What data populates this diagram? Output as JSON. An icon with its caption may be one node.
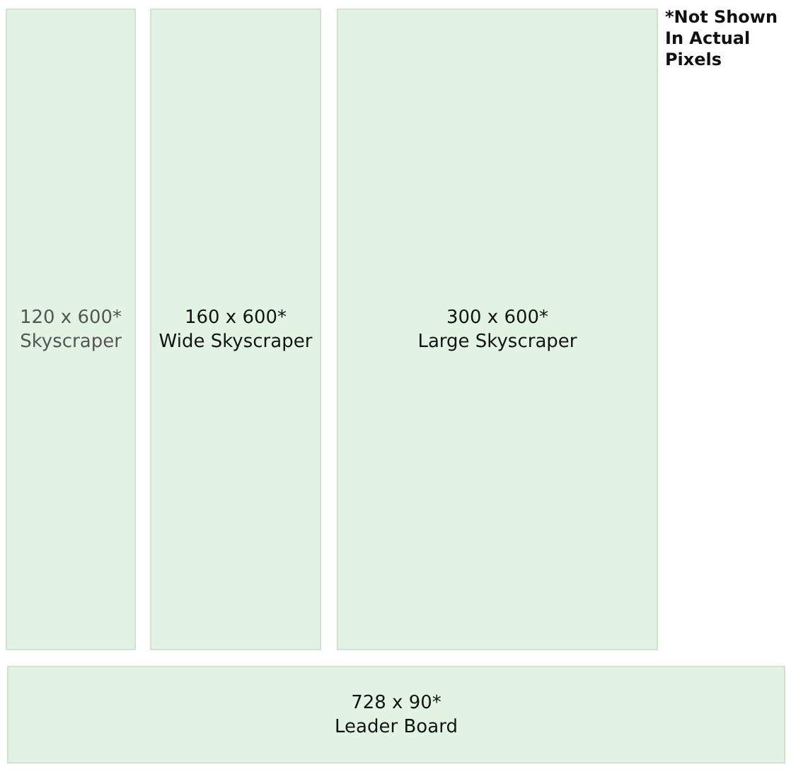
{
  "diagram": {
    "nodes": [
      {
        "text": [
          "120 x 600*",
          "Skyscraper"
        ]
      },
      {
        "text": [
          "160 x 600*",
          "Wide Skyscraper"
        ]
      },
      {
        "text": [
          "300 x 600*",
          "Large Skyscraper"
        ]
      },
      {
        "text": [
          "728 x 90*",
          "Leader Board"
        ]
      }
    ],
    "labels": [
      "*Not Shown In Actual Pixels"
    ]
  }
}
